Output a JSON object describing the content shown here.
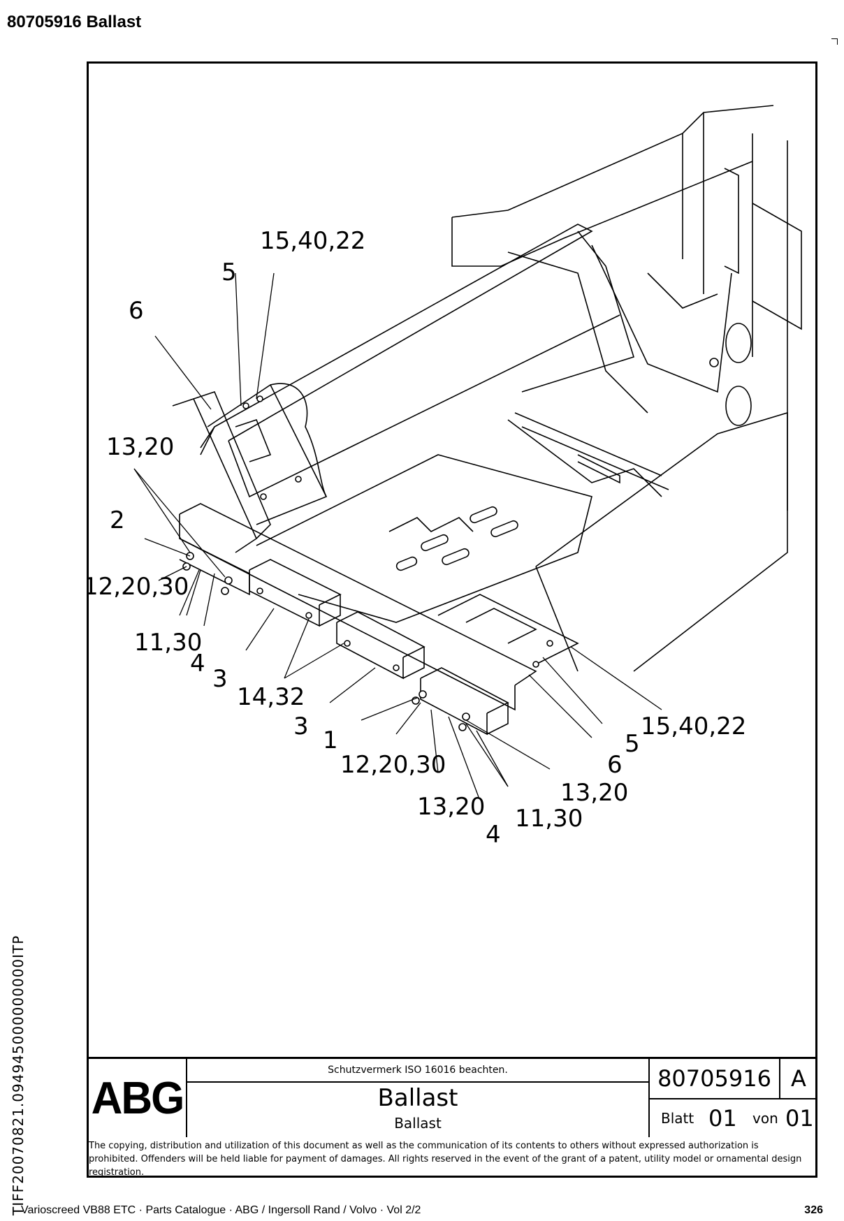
{
  "header": {
    "title": "80705916  Ballast"
  },
  "callouts": [
    {
      "id": "c1",
      "text": "15,40,22"
    },
    {
      "id": "c2",
      "text": "5"
    },
    {
      "id": "c3",
      "text": "6"
    },
    {
      "id": "c4",
      "text": "13,20"
    },
    {
      "id": "c5",
      "text": "2"
    },
    {
      "id": "c6",
      "text": "12,20,30"
    },
    {
      "id": "c7",
      "text": "11,30"
    },
    {
      "id": "c8",
      "text": "4"
    },
    {
      "id": "c9",
      "text": "3"
    },
    {
      "id": "c10",
      "text": "14,32"
    },
    {
      "id": "c11",
      "text": "3"
    },
    {
      "id": "c12",
      "text": "1"
    },
    {
      "id": "c13",
      "text": "12,20,30"
    },
    {
      "id": "c14",
      "text": "13,20"
    },
    {
      "id": "c15",
      "text": "4"
    },
    {
      "id": "c16",
      "text": "11,30"
    },
    {
      "id": "c17",
      "text": "13,20"
    },
    {
      "id": "c18",
      "text": "6"
    },
    {
      "id": "c19",
      "text": "5"
    },
    {
      "id": "c20",
      "text": "15,40,22"
    }
  ],
  "title_block": {
    "logo": "ABG",
    "protection_note": "Schutzvermerk ISO 16016 beachten.",
    "title": "Ballast",
    "subtitle": "Ballast",
    "drawing_number": "80705916",
    "revision": "A",
    "sheet_label": "Blatt",
    "sheet_number": "01",
    "of_label": "von",
    "sheet_total": "01"
  },
  "copyright": "The copying, distribution and utilization of this document as well as the communication of its contents to others without expressed authorization is prohibited. Offenders will be held liable for payment of damages. All rights reserved in the event of the grant of a patent, utility model or ornamental design registration.",
  "side_code": "TIFF20070821.094945000000000ITP",
  "footer": {
    "text": "Varioscreed VB88 ETC  ·  Parts Catalogue  ·  ABG / Ingersoll Rand / Volvo  ·  Vol 2/2",
    "page": "326"
  }
}
